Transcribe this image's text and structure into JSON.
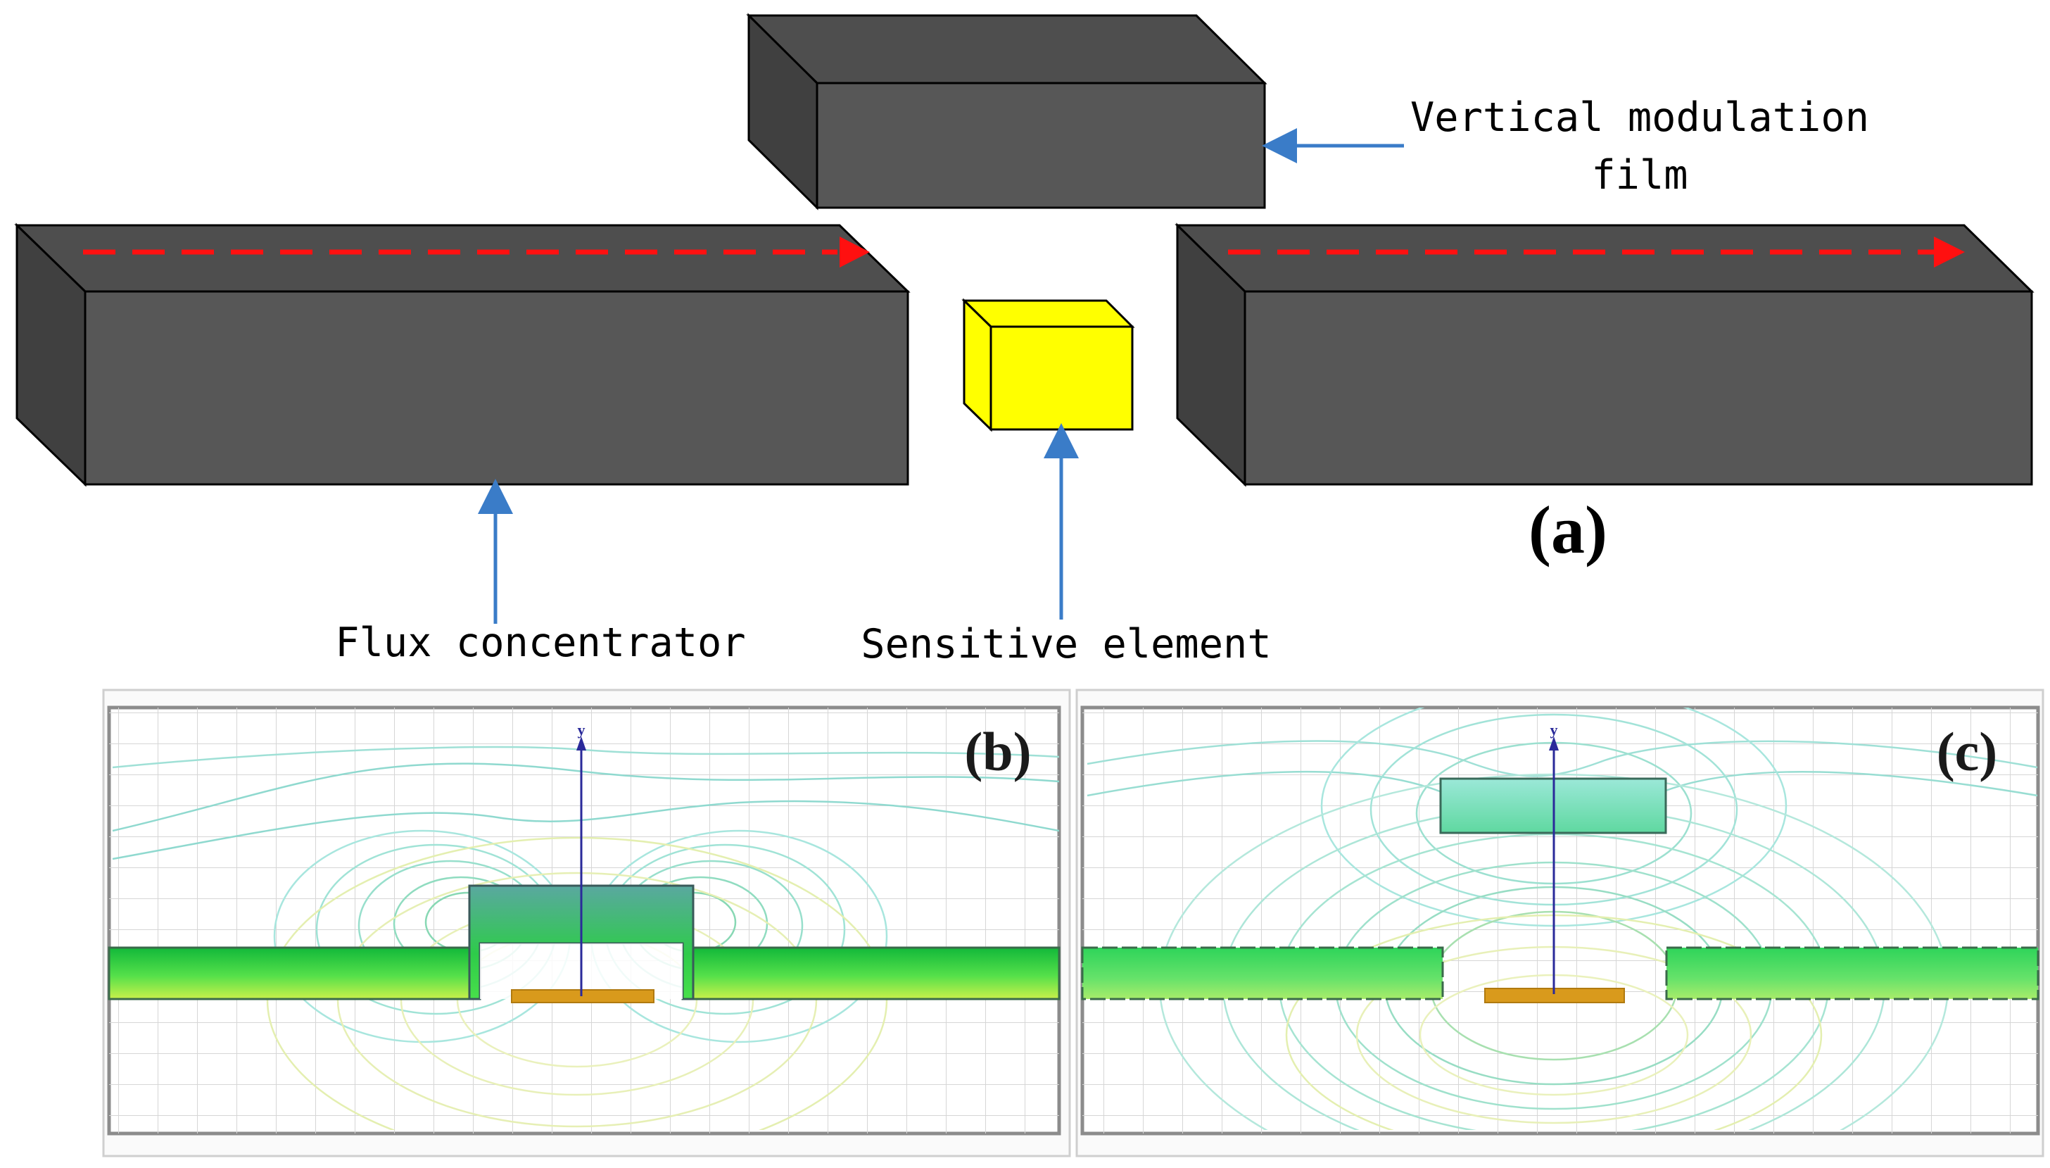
{
  "labels": {
    "vertical_modulation_film_line1": "Vertical modulation",
    "vertical_modulation_film_line2": "film",
    "flux_concentrator": "Flux concentrator",
    "sensitive_element": "Sensitive element",
    "panel_a": "(a)",
    "panel_b": "(b)",
    "panel_c": "(c)",
    "axis_y": "y"
  },
  "colors": {
    "block_front": "#575757",
    "block_top": "#4d4d4d",
    "block_side": "#3f3f3f",
    "sensor_yellow": "#ffff00",
    "callout_arrow": "#3a7cc8",
    "flux_arrow": "#ff1010",
    "field_green": "#22d33a",
    "field_cyan": "#7fe0d0",
    "element_orange": "#d99a1c"
  }
}
